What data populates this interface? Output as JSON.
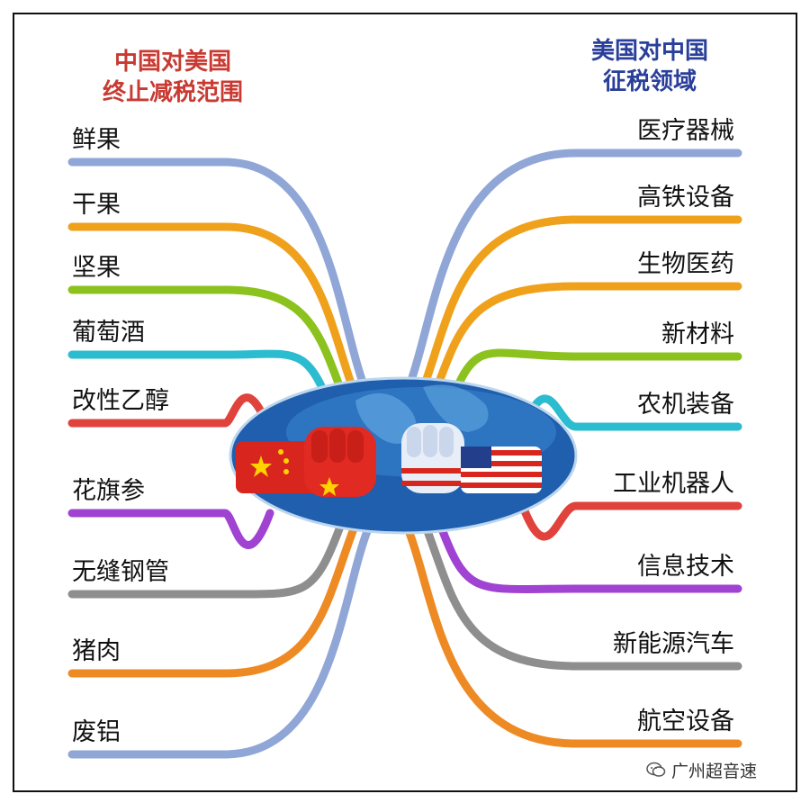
{
  "titles": {
    "left_line1": "中国对美国",
    "left_line2": "终止减税范围",
    "right_line1": "美国对中国",
    "right_line2": "征税领域"
  },
  "left_items": [
    {
      "label": "鲜果",
      "color": "#8fa6d6"
    },
    {
      "label": "干果",
      "color": "#f0a11c"
    },
    {
      "label": "坚果",
      "color": "#8cc21e"
    },
    {
      "label": "葡萄酒",
      "color": "#2bbcd0"
    },
    {
      "label": "改性乙醇",
      "color": "#e0423c"
    },
    {
      "label": "花旗参",
      "color": "#a042d2"
    },
    {
      "label": "无缝钢管",
      "color": "#8e8e8e"
    },
    {
      "label": "猪肉",
      "color": "#ee8a24"
    },
    {
      "label": "废铝",
      "color": "#8fa6d6"
    }
  ],
  "right_items": [
    {
      "label": "医疗器械",
      "color": "#8fa6d6"
    },
    {
      "label": "高铁设备",
      "color": "#f0a11c"
    },
    {
      "label": "生物医药",
      "color": "#f0a11c"
    },
    {
      "label": "新材料",
      "color": "#8cc21e"
    },
    {
      "label": "农机装备",
      "color": "#2bbcd0"
    },
    {
      "label": "工业机器人",
      "color": "#e0423c"
    },
    {
      "label": "信息技术",
      "color": "#a042d2"
    },
    {
      "label": "新能源汽车",
      "color": "#8e8e8e"
    },
    {
      "label": "航空设备",
      "color": "#ee8a24"
    }
  ],
  "center": {
    "icon": "fists-over-globe-illustration",
    "left_flag": "china-flag",
    "right_flag": "usa-flag",
    "globe_color": "#2a6fc0"
  },
  "watermark": {
    "icon": "chat-bubble-icon",
    "text": "广州超音速"
  }
}
